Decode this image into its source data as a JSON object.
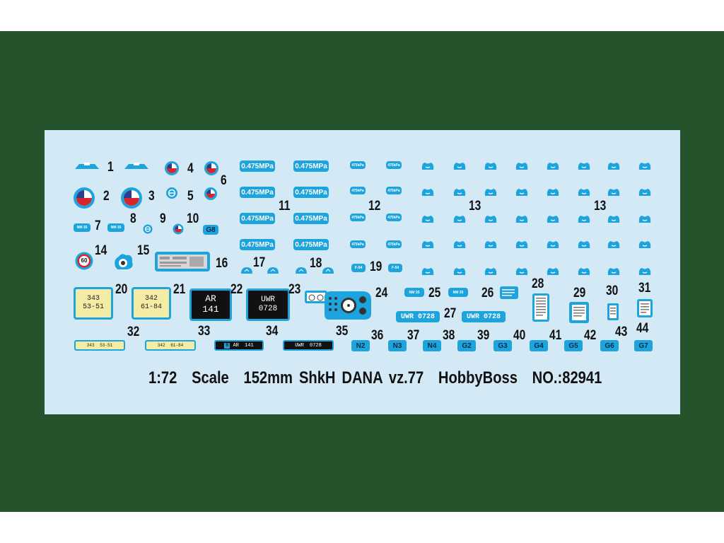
{
  "numbers": [
    "1",
    "2",
    "3",
    "4",
    "5",
    "6",
    "7",
    "8",
    "9",
    "10",
    "11",
    "12",
    "13",
    "13",
    "14",
    "15",
    "16",
    "17",
    "18",
    "19",
    "20",
    "21",
    "22",
    "23",
    "24",
    "25",
    "26",
    "27",
    "28",
    "29",
    "30",
    "31",
    "32",
    "33",
    "34",
    "35",
    "36",
    "37",
    "38",
    "39",
    "40",
    "41",
    "42",
    "43",
    "44"
  ],
  "pressure_label": "0.475MPa",
  "pressure_small": "475kPa",
  "nm_label": "NM 35",
  "g8_label": "G8",
  "speed_sign": "60",
  "f54_label": "F-54",
  "uwr_label": "UWR 0728",
  "plates": {
    "p20": [
      "343",
      "53-51"
    ],
    "p21": [
      "342",
      "61-84"
    ],
    "p22": [
      "AR",
      "141"
    ],
    "p23": [
      "UWR",
      "0728"
    ]
  },
  "long_plates": {
    "p32": "343  53-51",
    "p33": "342  61-84",
    "p34_prefix": "B",
    "p34": "AR  141",
    "p35": "UWR  0728"
  },
  "codes": [
    "N2",
    "N3",
    "N4",
    "G2",
    "G3",
    "G4",
    "G5",
    "G6",
    "G7"
  ],
  "footer": {
    "scale": "1:72",
    "scale_word": "Scale",
    "model": "152mm ShkH DANA vz.77",
    "brand": "HobbyBoss",
    "number": "NO.:82941"
  },
  "colors": {
    "background_band": "#25532b",
    "sheet": "#d3e9f5",
    "decal_blue": "#1da4dd",
    "plate_yellow": "#f4eba4"
  }
}
